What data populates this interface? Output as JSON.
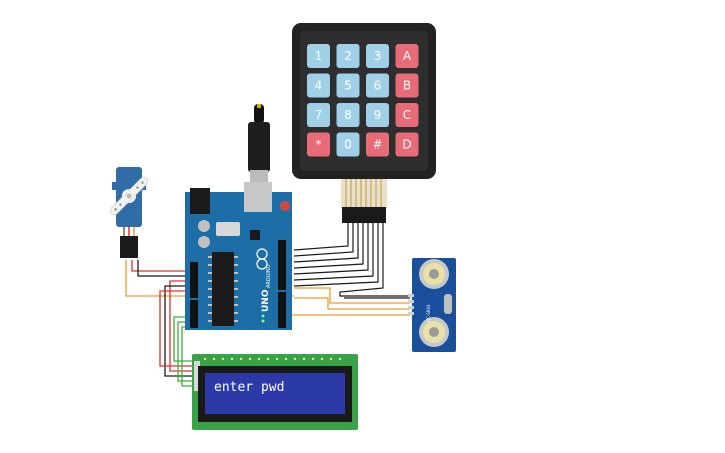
{
  "keypad": {
    "rows": [
      [
        "1",
        "2",
        "3",
        "A"
      ],
      [
        "4",
        "5",
        "6",
        "B"
      ],
      [
        "7",
        "8",
        "9",
        "C"
      ],
      [
        "*",
        "0",
        "#",
        "D"
      ]
    ],
    "number_key_color": "#9fd0e8",
    "letter_key_color": "#e86b78",
    "body_color": "#222222"
  },
  "arduino": {
    "model": "UNO",
    "brand": "ARDUINO",
    "board_color": "#1d6ea6"
  },
  "lcd": {
    "line1": "enter pwd",
    "screen_color": "#2b3aa8",
    "bezel_color": "#1a1a1a",
    "pcb_color": "#3aa34a"
  },
  "ultrasonic": {
    "label": "HC-SR04",
    "board_color": "#1a4f9c"
  },
  "servo": {
    "body_color": "#2f6ca8"
  },
  "wire_colors": {
    "signal": "#1a1a1a",
    "power": "#e03030",
    "ground": "#1a1a1a",
    "data": "#f09a2a",
    "i2c": "#3cae3c"
  }
}
